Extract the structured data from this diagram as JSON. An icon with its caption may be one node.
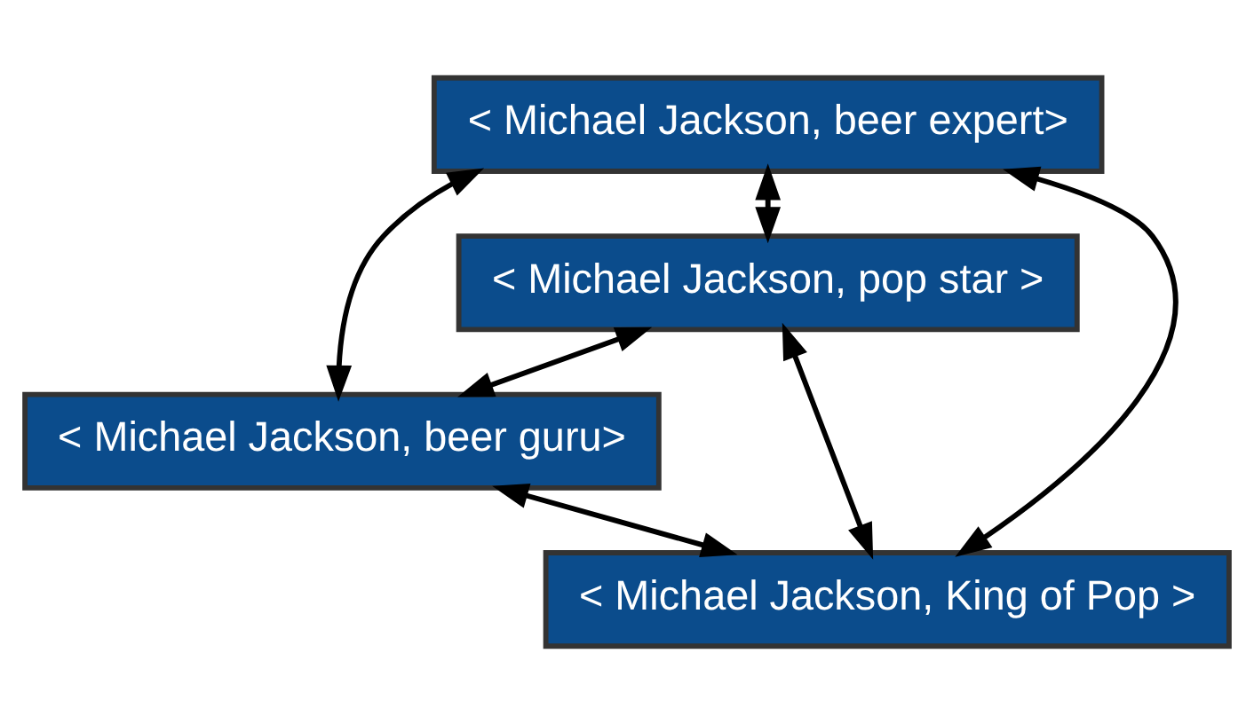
{
  "diagram": {
    "nodes": [
      {
        "text": [
          "< Michael Jackson, beer expert>"
        ]
      },
      {
        "text": [
          "< Michael Jackson, pop star >"
        ]
      },
      {
        "text": [
          "< Michael Jackson, beer guru>"
        ]
      },
      {
        "text": [
          "< Michael Jackson, King of Pop >"
        ]
      }
    ],
    "edges": [
      {
        "from": 0,
        "to": 1,
        "arrow": "both"
      },
      {
        "from": 0,
        "to": 2,
        "arrow": "both"
      },
      {
        "from": 0,
        "to": 3,
        "arrow": "both"
      },
      {
        "from": 1,
        "to": 2,
        "arrow": "both"
      },
      {
        "from": 1,
        "to": 3,
        "arrow": "both"
      },
      {
        "from": 2,
        "to": 3,
        "arrow": "both"
      }
    ]
  }
}
